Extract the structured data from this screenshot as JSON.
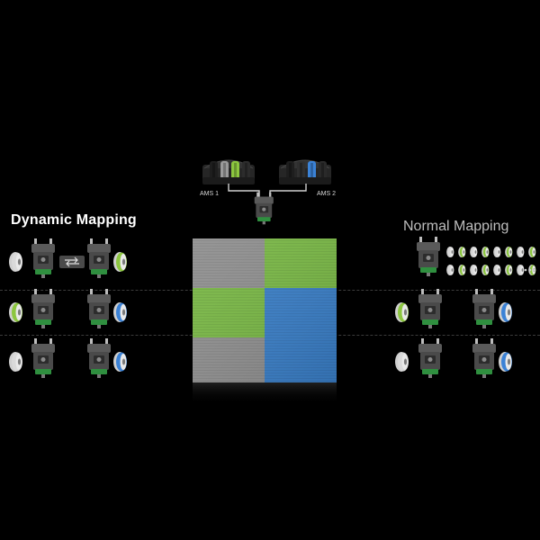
{
  "titles": {
    "dynamic": "Dynamic Mapping",
    "normal": "Normal Mapping"
  },
  "ams_units": [
    {
      "label": "AMS 1",
      "spools": [
        "#1e1e1e",
        "#9a9a9a",
        "#8cc63f",
        "#2c2c2c"
      ]
    },
    {
      "label": "AMS 2",
      "spools": [
        "#1e1e1e",
        "#2f2f2f",
        "#3b82d6",
        "#2a2a2a"
      ]
    }
  ],
  "cube": {
    "cells": [
      [
        "#8f8f8f",
        "#79b845"
      ],
      [
        "#79b845",
        "#3a7fc8"
      ],
      [
        "#8f8f8f",
        "#3a7fc8"
      ]
    ]
  },
  "dynamic_rows": [
    {
      "left_spool": "#d9d9d9",
      "swap_icon": true,
      "right_spool": "#8cc63f"
    },
    {
      "left_spool": "#8cc63f",
      "swap_icon": false,
      "right_spool": "#3b82d6"
    },
    {
      "left_spool": "#d9d9d9",
      "swap_icon": false,
      "right_spool": "#3b82d6"
    }
  ],
  "normal_rows": [
    {
      "left_spool": null,
      "right_spool": null,
      "spool_strip": true
    },
    {
      "left_spool": "#8cc63f",
      "right_spool": "#3b82d6",
      "spool_strip": false
    },
    {
      "left_spool": "#d9d9d9",
      "right_spool": "#3b82d6",
      "spool_strip": false
    }
  ],
  "colors": {
    "background": "#000000",
    "toolhead_body": "#4a4a4a",
    "toolhead_green": "#2f8f3f",
    "divider": "#3a3a3a"
  },
  "icons": [
    "spool-icon",
    "toolhead-icon",
    "swap-icon",
    "ams-unit-icon",
    "ellipsis-icon"
  ]
}
